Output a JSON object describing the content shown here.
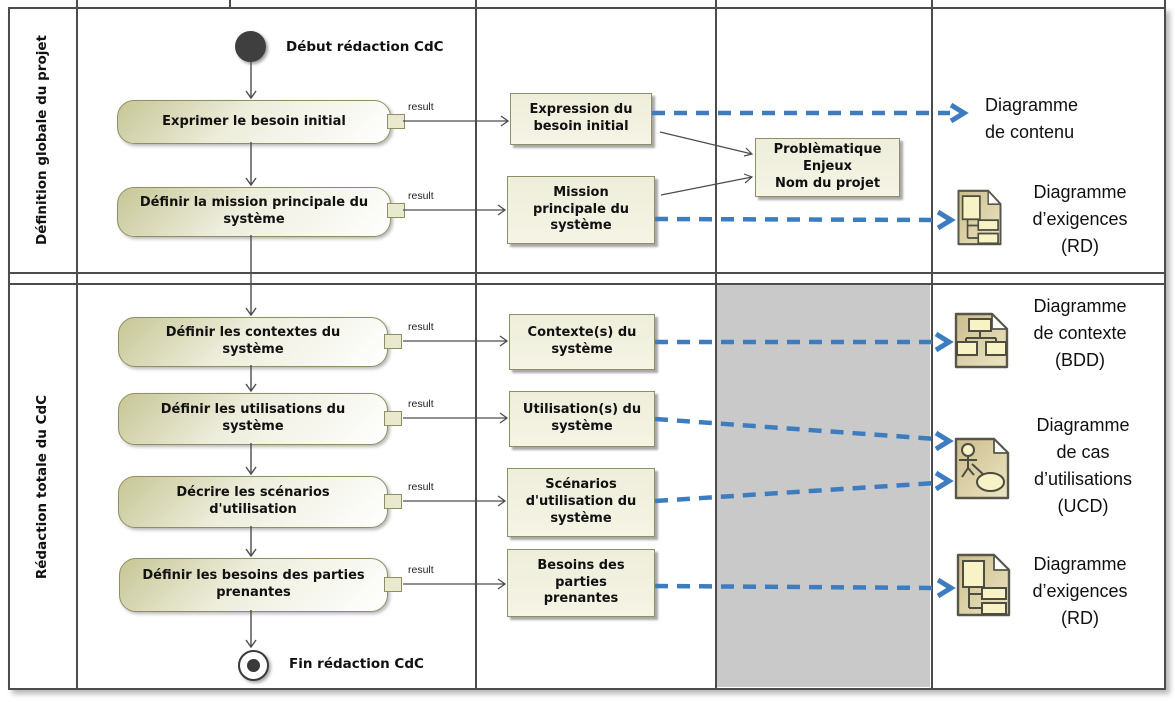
{
  "colors": {
    "trace_blue": "#3e7cc0",
    "node_border_olive": "#8f8f66",
    "node_cream": "#efeeda",
    "gray_cell": "#c9c9c9",
    "frame_gray": "#4c4c4c",
    "icon_tan": "#d5c89a",
    "icon_pale_yellow": "#f8f3c6"
  },
  "lanes": [
    {
      "label": "Définition globale du projet"
    },
    {
      "label": "Rédaction totale du CdC"
    }
  ],
  "start_node": {
    "label": "Début rédaction CdC"
  },
  "final_node": {
    "label": "Fin rédaction CdC"
  },
  "pin_label": "result",
  "activities": [
    {
      "label": "Exprimer le besoin initial"
    },
    {
      "label": "Définir la mission principale du\nsystème"
    },
    {
      "label": "Définir les contextes du\nsystème"
    },
    {
      "label": "Définir les utilisations du\nsystème"
    },
    {
      "label": "Décrire les scénarios\nd'utilisation"
    },
    {
      "label": "Définir les besoins des parties\nprenantes"
    }
  ],
  "artifacts": [
    {
      "label": "Expression du\nbesoin initial"
    },
    {
      "label": "Mission\nprincipale du\nsystème"
    },
    {
      "label": "Contexte(s) du\nsystème"
    },
    {
      "label": "Utilisation(s) du\nsystème"
    },
    {
      "label": "Scénarios\nd'utilisation du\nsystème"
    },
    {
      "label": "Besoins des\nparties\nprenantes"
    }
  ],
  "note": {
    "label": "Problèmatique\nEnjeux\nNom du projet"
  },
  "diagram_refs": [
    {
      "label": "Diagramme\nde contenu",
      "icon": "none"
    },
    {
      "label": "Diagramme\nd’exigences\n(RD)",
      "icon": "requirement-diagram-icon"
    },
    {
      "label": "Diagramme\nde contexte\n(BDD)",
      "icon": "context-diagram-icon"
    },
    {
      "label": "Diagramme\nde cas\nd’utilisations\n(UCD)",
      "icon": "use-case-diagram-icon"
    },
    {
      "label": "Diagramme\nd’exigences\n(RD)",
      "icon": "requirement-diagram-icon"
    }
  ]
}
